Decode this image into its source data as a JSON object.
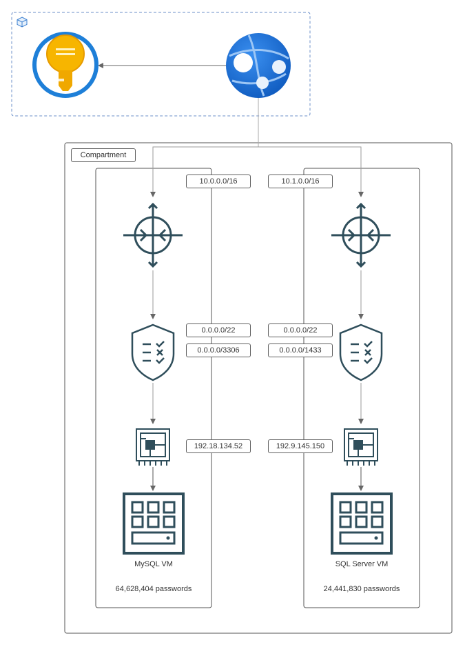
{
  "compartment": {
    "label": "Compartment"
  },
  "left": {
    "cidr": "10.0.0.0/16",
    "rule1": "0.0.0.0/22",
    "rule2": "0.0.0.0/3306",
    "ip": "192.18.134.52",
    "vm_label": "MySQL VM",
    "passwords": "64,628,404 passwords"
  },
  "right": {
    "cidr": "10.1.0.0/16",
    "rule1": "0.0.0.0/22",
    "rule2": "0.0.0.0/1433",
    "ip": "192.9.145.150",
    "vm_label": "SQL Server VM",
    "passwords": "24,441,830 passwords"
  },
  "colors": {
    "icon_teal": "#2f4e5b",
    "key_gold": "#f5b400",
    "ring_blue": "#1e7fd8",
    "app_blue": "#1463c9",
    "group_border": "#6b8fc9"
  }
}
